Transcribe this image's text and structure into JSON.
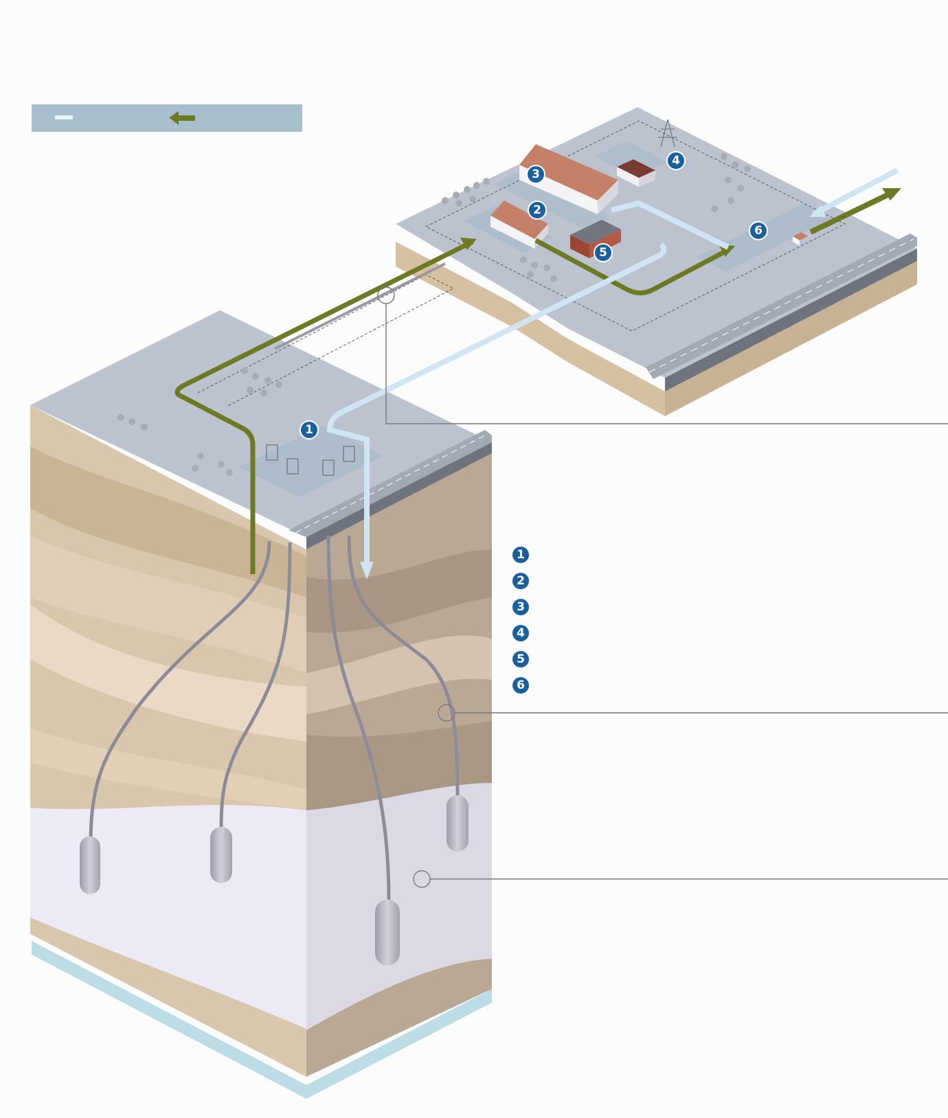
{
  "diagram": {
    "markers": [
      "1",
      "2",
      "3",
      "4",
      "5",
      "6"
    ],
    "key": [
      "1",
      "2",
      "3",
      "4",
      "5",
      "6"
    ],
    "colors": {
      "background": "#fcfcfd",
      "ground_top": "#bcc3cf",
      "soil_dark": "#aa9c8a",
      "soil_mid": "#d9c7ad",
      "soil_light": "#ead9c4",
      "salt": "#eceaf4",
      "base": "#bcdce6",
      "gas_out": "#6e7a23",
      "gas_in": "#cfe5f3",
      "pipe": "#9a9aa4",
      "marker": "#1a5f9e",
      "legend_bar": "#aabfcd"
    }
  }
}
